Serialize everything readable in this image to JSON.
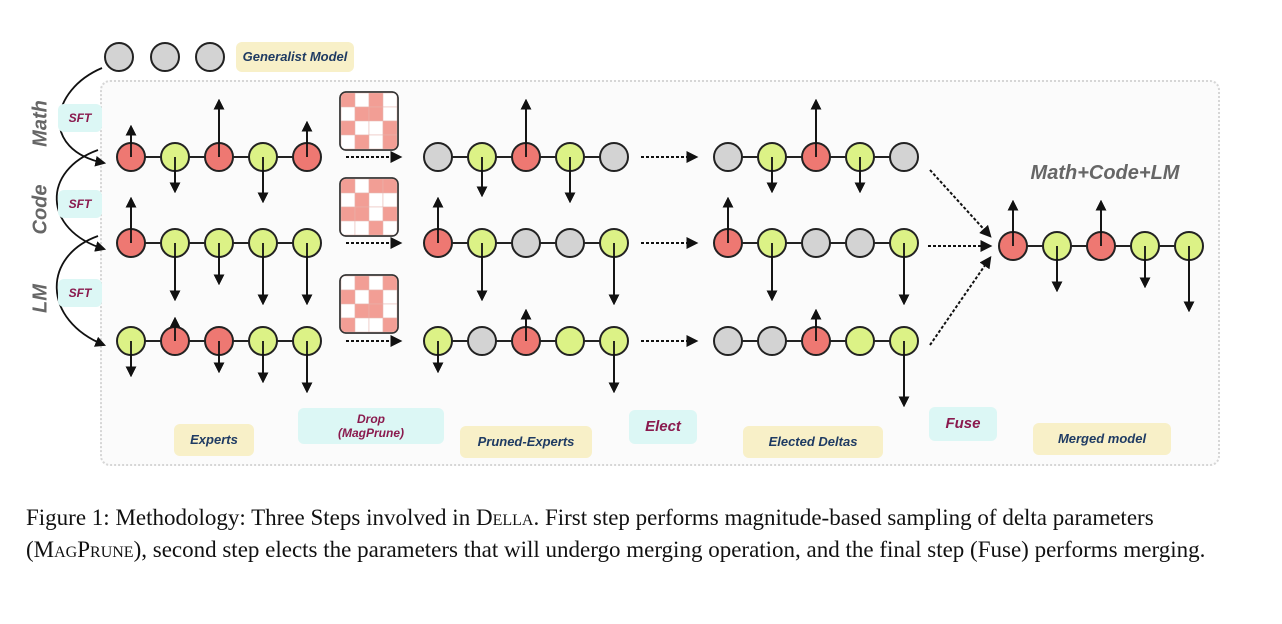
{
  "labels": {
    "generalist": "Generalist Model",
    "experts": "Experts",
    "drop": "Drop",
    "drop_sub": "(MagPrune)",
    "pruned": "Pruned-Experts",
    "elect": "Elect",
    "elected": "Elected Deltas",
    "fuse": "Fuse",
    "merged": "Merged model",
    "sft": "SFT",
    "math": "Math",
    "code": "Code",
    "lm": "LM",
    "merged_title": "Math+Code+LM"
  },
  "caption": {
    "p1": "Figure 1: Methodology: Three Steps involved in ",
    "della": "Della",
    "p2": ". First step performs magnitude-based sampling of delta parameters (",
    "magprune": "MagPrune",
    "p3": "), second step elects the parameters that will undergo merging operation, and the final step (Fuse) performs merging."
  },
  "colors": {
    "red": "#ee7872",
    "green": "#dcf286",
    "gray": "#d3d3d3",
    "check_a": "#f29e95",
    "check_b": "#ffffff"
  }
}
